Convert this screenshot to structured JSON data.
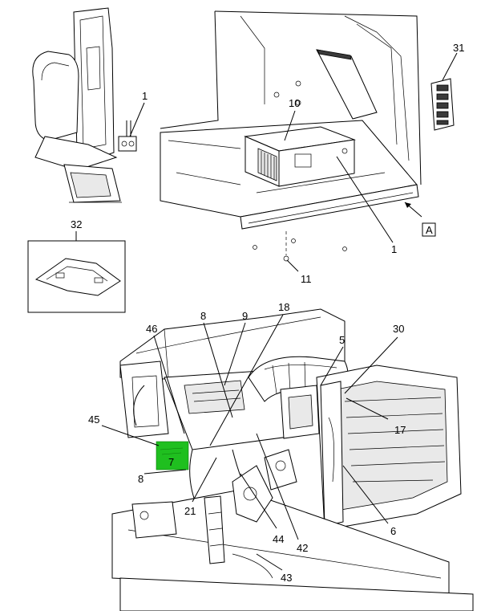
{
  "callouts": {
    "c1_seat": "1",
    "c10": "10",
    "c31": "31",
    "c1_box": "1",
    "c32": "32",
    "c11": "11",
    "c18": "18",
    "c46": "46",
    "c8_top": "8",
    "c9": "9",
    "c5": "5",
    "c30": "30",
    "c17": "17",
    "c45": "45",
    "c7": "7",
    "c8_bottom": "8",
    "c21": "21",
    "c44": "44",
    "c42": "42",
    "c6": "6",
    "c43": "43"
  },
  "view_marker": "A",
  "highlight_color": "#1fbf1f"
}
